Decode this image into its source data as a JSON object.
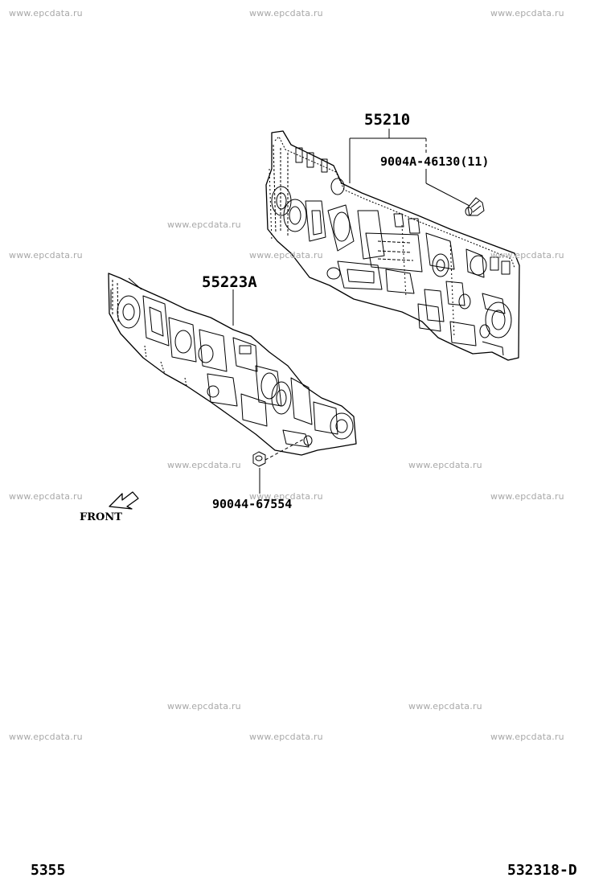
{
  "watermark": "www.epcdata.ru",
  "parts": {
    "dash_insulator_outer": "55210",
    "clip": "9004A-46130(11)",
    "dash_insulator_inner": "55223A",
    "nut": "90044-67554"
  },
  "front_label": "FRONT",
  "footer": {
    "page_number": "5355",
    "illustration_code": "532318-D"
  }
}
